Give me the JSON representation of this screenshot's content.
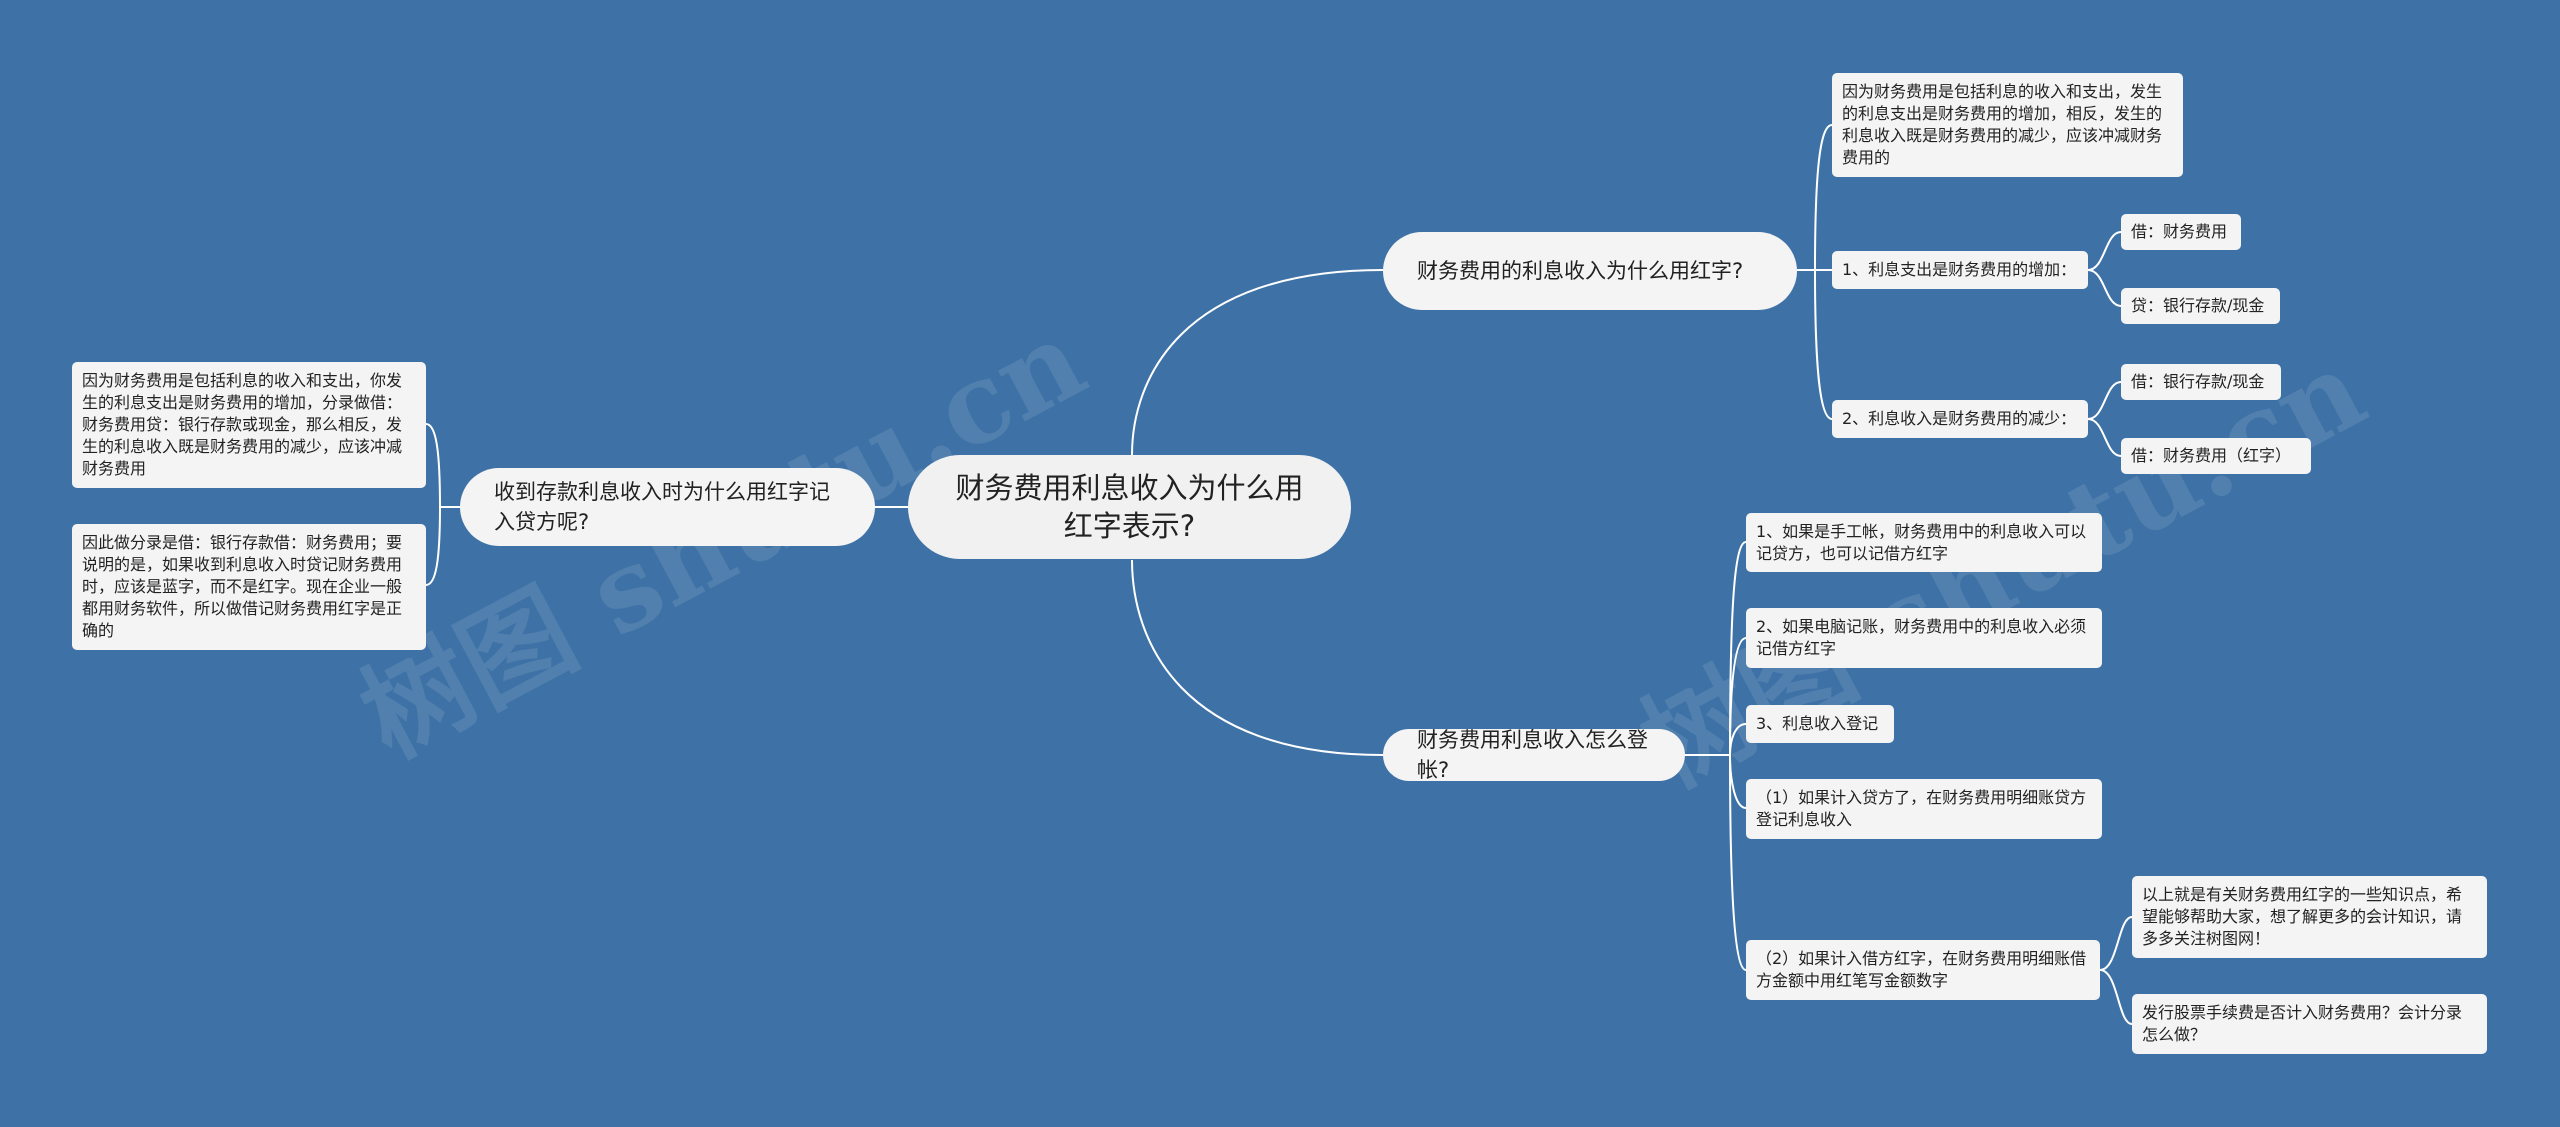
{
  "root": {
    "text": "财务费用利息收入为什么用红字表示?"
  },
  "branches": {
    "why_red": "财务费用的利息收入为什么用红字?",
    "how_record": "财务费用利息收入怎么登帐?",
    "credit_side": "收到存款利息收入时为什么用红字记入贷方呢?"
  },
  "why_red": {
    "explain": "因为财务费用是包括利息的收入和支出，发生的利息支出是财务费用的增加，相反，发生的利息收入既是财务费用的减少，应该冲减财务费用的",
    "item1": "1、利息支出是财务费用的增加：",
    "item1_debit": "借：财务费用",
    "item1_credit": "贷：银行存款/现金",
    "item2": "2、利息收入是财务费用的减少：",
    "item2_debit": "借：银行存款/现金",
    "item2_credit": "借：财务费用（红字）"
  },
  "how_record": {
    "s1": "1、如果是手工帐，财务费用中的利息收入可以记贷方，也可以记借方红字",
    "s2": "2、如果电脑记账，财务费用中的利息收入必须记借方红字",
    "s3": "3、利息收入登记",
    "s4": "（1）如果计入贷方了，在财务费用明细账贷方登记利息收入",
    "s5": "（2）如果计入借方红字，在财务费用明细账借方金额中用红笔写金额数字",
    "s5_note1": "以上就是有关财务费用红字的一些知识点，希望能够帮助大家，想了解更多的会计知识，请多多关注树图网！",
    "s5_note2": "发行股票手续费是否计入财务费用？会计分录怎么做？"
  },
  "credit_side": {
    "c1": "因为财务费用是包括利息的收入和支出，你发生的利息支出是财务费用的增加，分录做借：财务费用贷：银行存款或现金，那么相反，发生的利息收入既是财务费用的减少，应该冲减财务费用",
    "c2": "因此做分录是借：银行存款借：财务费用；要说明的是，如果收到利息收入时贷记财务费用时，应该是蓝字，而不是红字。现在企业一般都用财务软件，所以做借记财务费用红字是正确的"
  },
  "watermarks": [
    "树图 shutu.cn",
    "树图 shutu.cn"
  ],
  "colors": {
    "background": "#3e72a6",
    "node": "#f4f4f4",
    "line": "#ffffff"
  }
}
